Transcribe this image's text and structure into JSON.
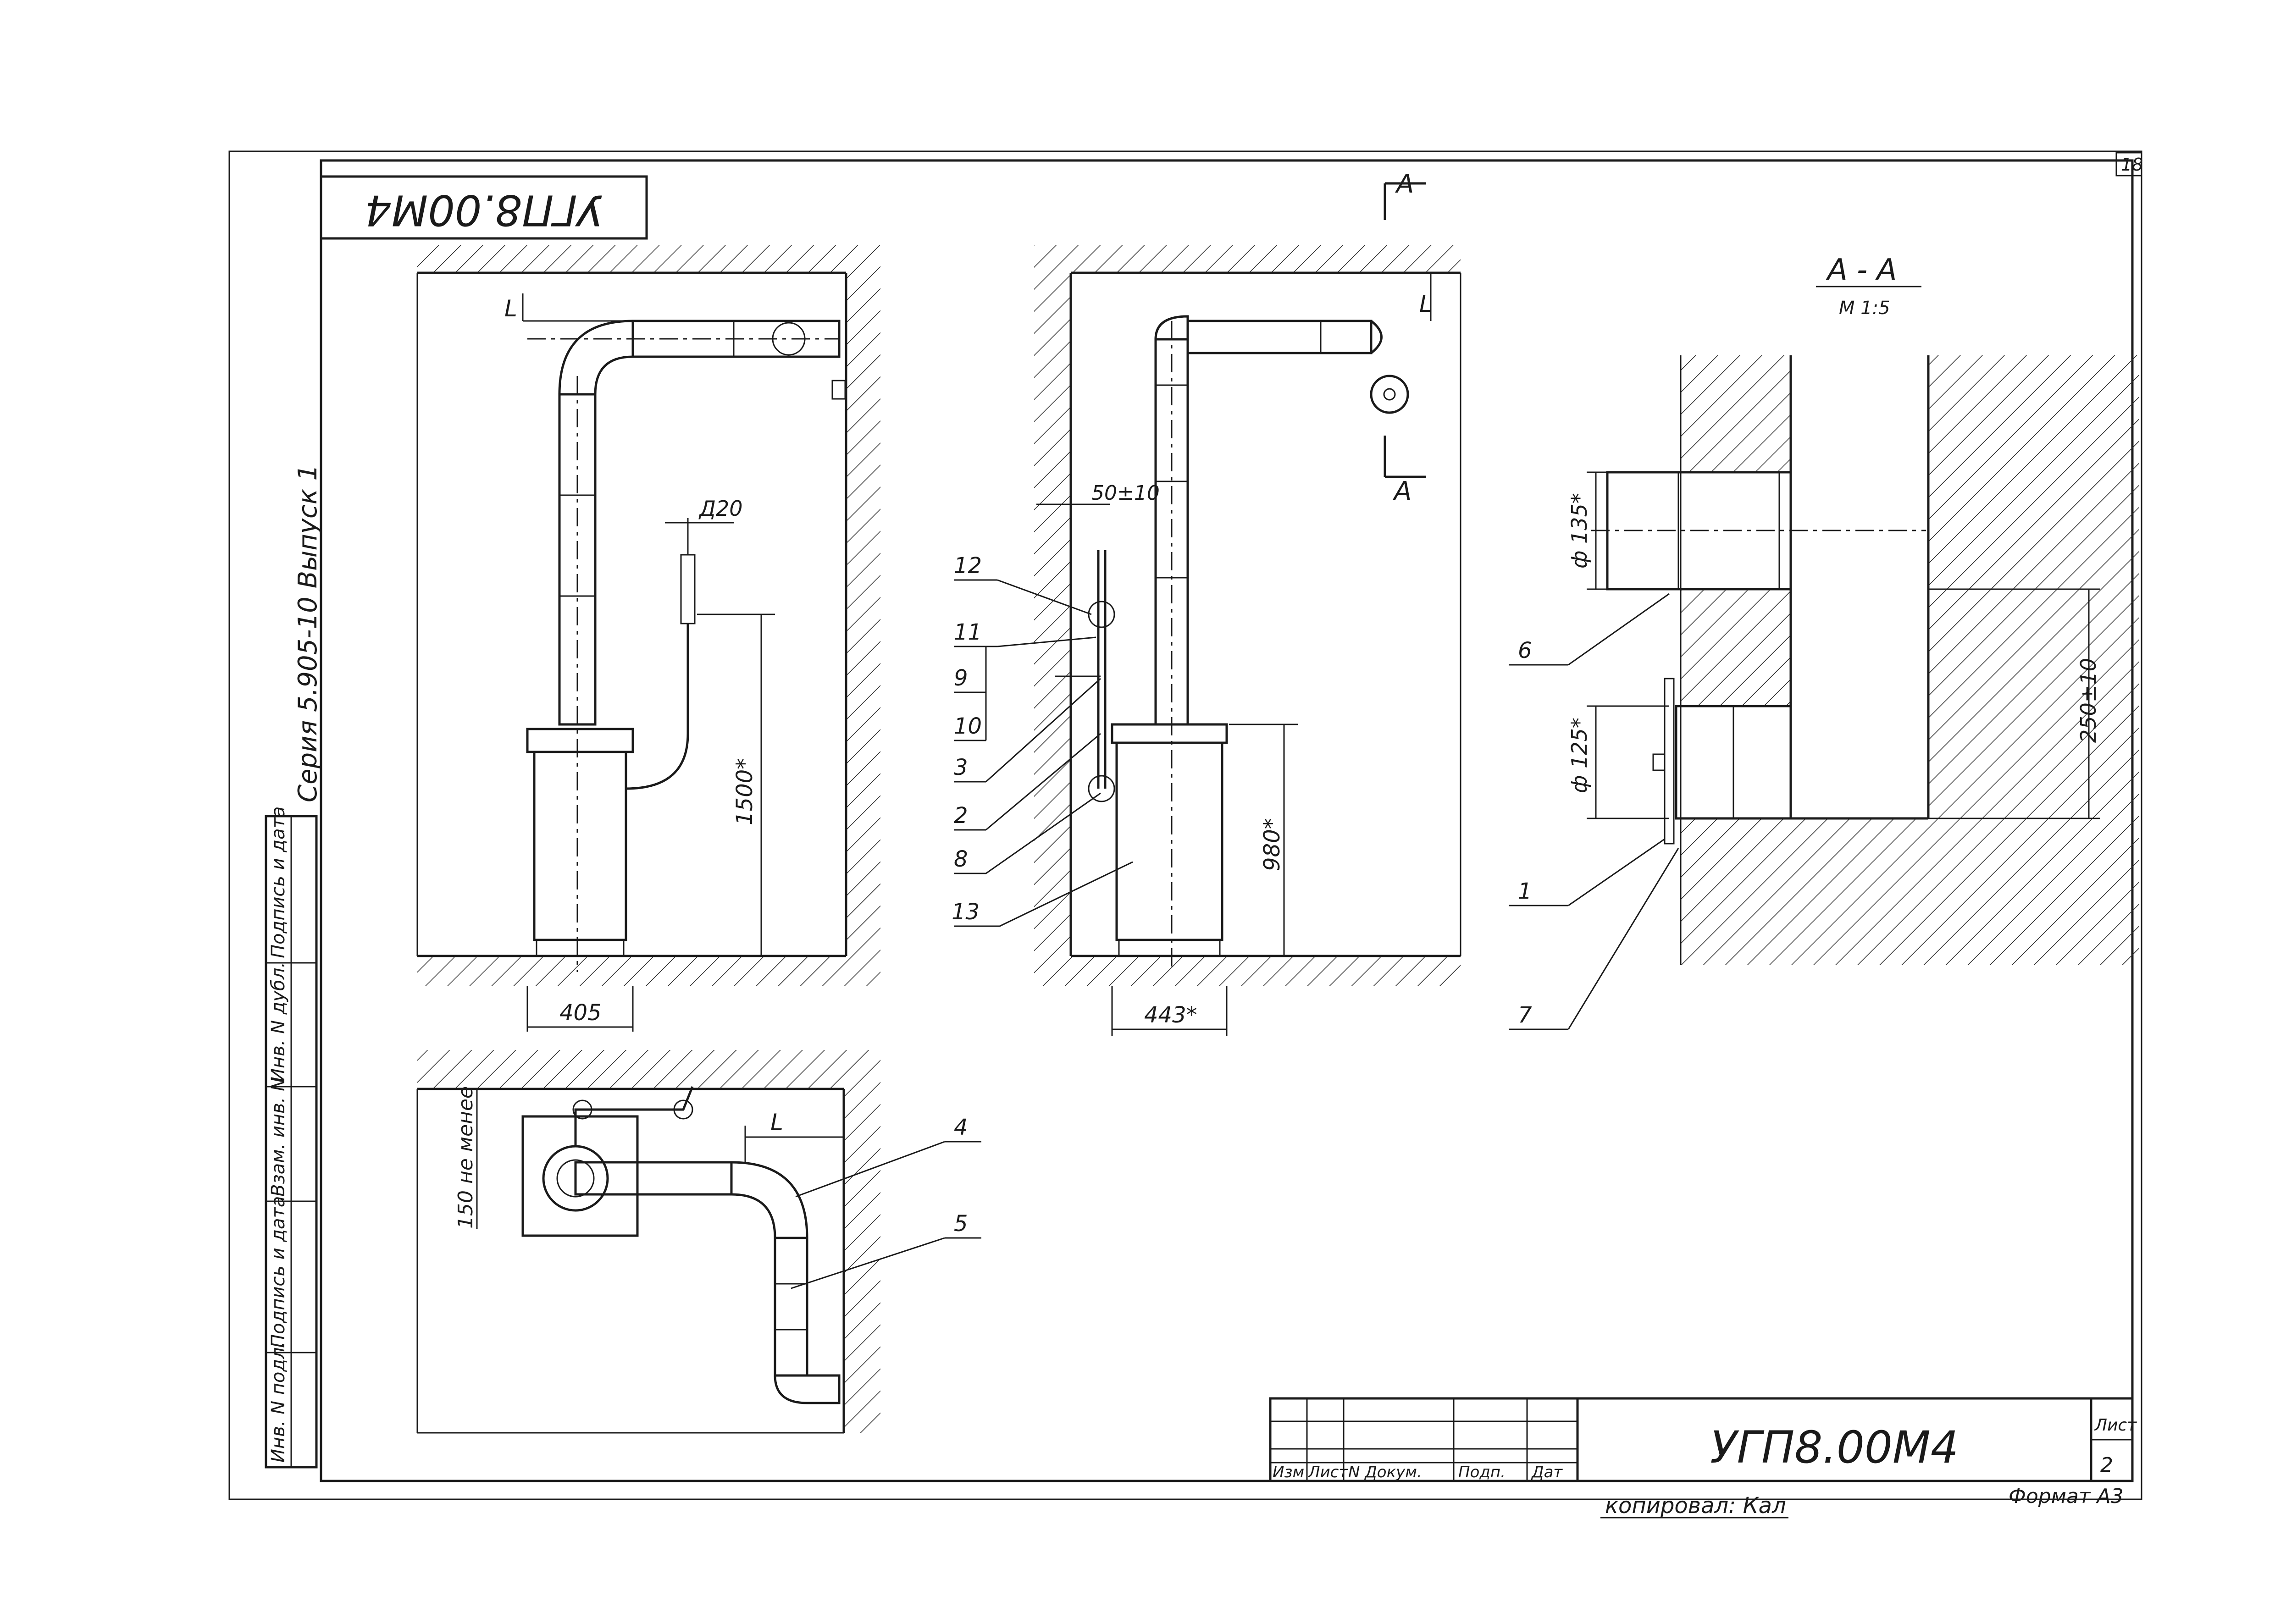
{
  "sheet": {
    "number": "18",
    "stamp_rotated": "УГП8.00М4",
    "series_note": "Серия 5.905-10 Выпуск 1",
    "format": "Формат А3",
    "copied_by": "копировал: Кал"
  },
  "title_block": {
    "designation": "УГП8.00М4",
    "sheet_label": "Лист",
    "sheet_value": "2",
    "columns": [
      "Изм",
      "Лист",
      "N Докум.",
      "Подп.",
      "Дат"
    ]
  },
  "side_column": [
    "Инв. N подл.",
    "Подпись и дата",
    "Взам. инв. N",
    "Инв. N дубл.",
    "Подпись и дата"
  ],
  "view_front": {
    "dim_L": "L",
    "dim_d20": "Д20",
    "dim_1500": "1500*",
    "dim_405": "405"
  },
  "view_side": {
    "dim_L": "L",
    "dim_50": "50±10",
    "dim_980": "980*",
    "dim_443": "443*",
    "cut_mark": "А",
    "callouts": [
      "12",
      "11",
      "9",
      "10",
      "3",
      "2",
      "8",
      "13"
    ]
  },
  "view_plan": {
    "dim_L": "L",
    "dim_150": "150 не менее",
    "callouts": [
      "4",
      "5"
    ]
  },
  "section_aa": {
    "title": "А - А",
    "scale": "М 1:5",
    "dim_135": "ф 135*",
    "dim_125": "ф 125*",
    "dim_250": "250±10",
    "callouts": [
      "6",
      "1",
      "7"
    ]
  }
}
